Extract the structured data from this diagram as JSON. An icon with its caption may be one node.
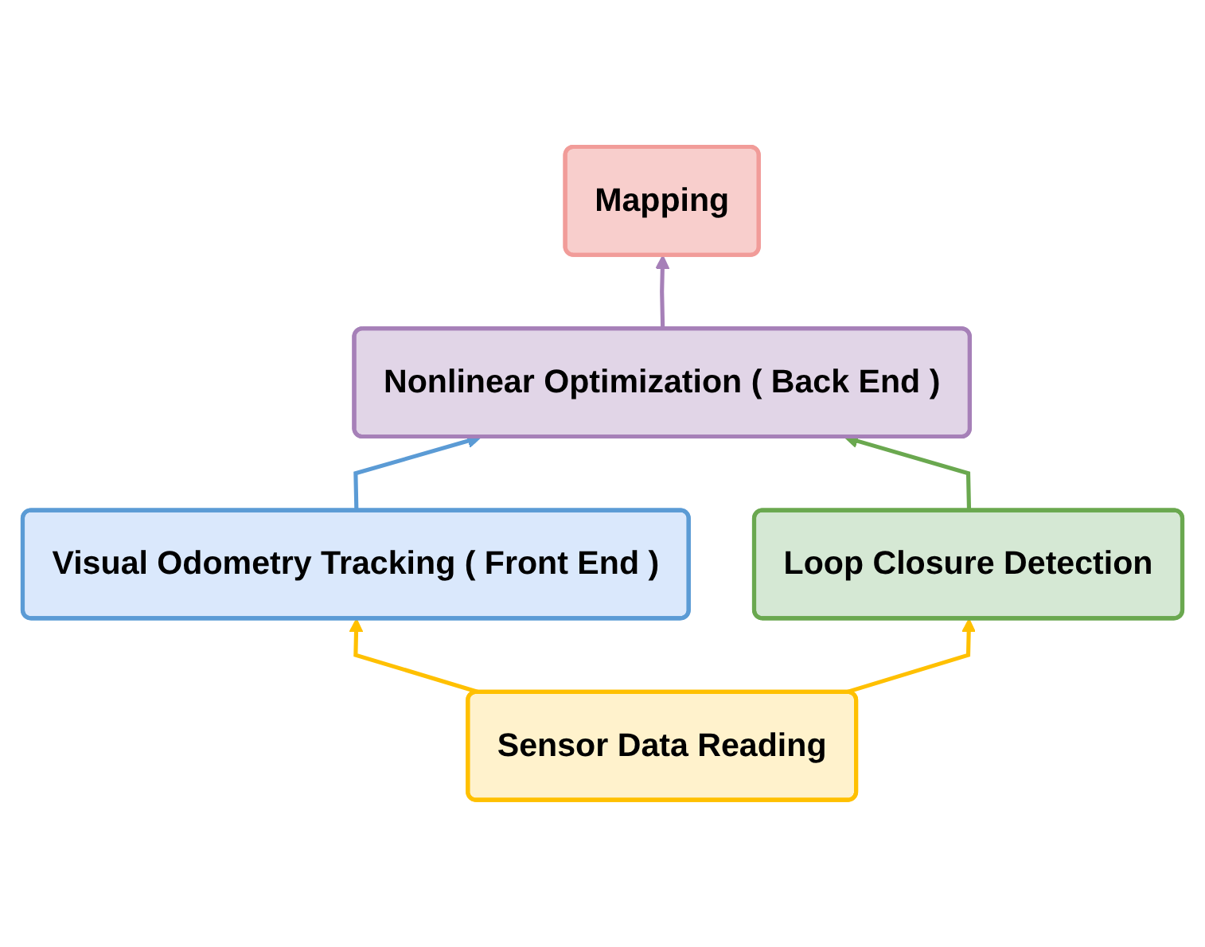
{
  "diagram": {
    "nodes": [
      {
        "text": [
          "Mapping"
        ]
      },
      {
        "text": [
          "Nonlinear Optimization ( Back End )"
        ]
      },
      {
        "text": [
          "Visual Odometry Tracking ( Front End )"
        ]
      },
      {
        "text": [
          "Loop Closure Detection"
        ]
      },
      {
        "text": [
          "Sensor Data Reading"
        ]
      }
    ],
    "edges": [
      {
        "from": 1,
        "to": 0,
        "arrow": "to",
        "color": "#a680b8"
      },
      {
        "from": 2,
        "to": 1,
        "arrow": "to",
        "color": "#5b9bd5"
      },
      {
        "from": 3,
        "to": 1,
        "arrow": "to",
        "color": "#6aa84f"
      },
      {
        "from": 4,
        "to": 2,
        "arrow": "to",
        "color": "#ffc000"
      },
      {
        "from": 4,
        "to": 3,
        "arrow": "to",
        "color": "#ffc000"
      }
    ]
  }
}
